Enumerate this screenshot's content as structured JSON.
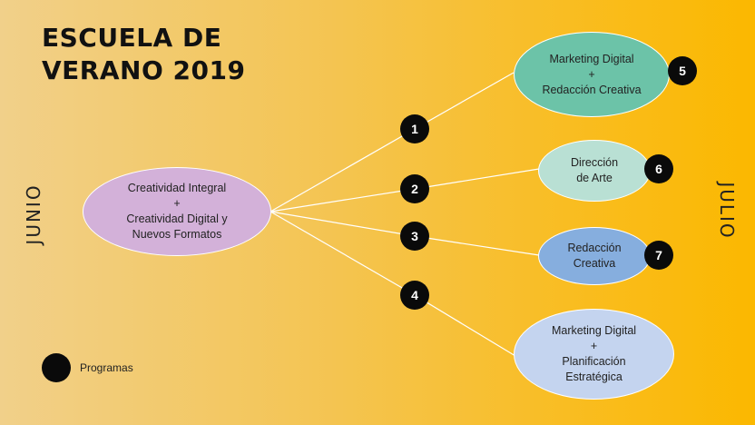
{
  "title": {
    "line1": "ESCUELA DE",
    "line2": "VERANO 2019"
  },
  "months": {
    "left": "JUNIO",
    "right": "JULIO"
  },
  "center_node": {
    "line1": "Creatividad Integral",
    "line2": "+",
    "line3": "Creatividad Digital y",
    "line4": "Nuevos Formatos",
    "color": "#d3b1d9"
  },
  "steps": [
    "1",
    "2",
    "3",
    "4"
  ],
  "programs": [
    {
      "number": "5",
      "lines": [
        "Marketing Digital",
        "+",
        "Redacción Creativa"
      ],
      "color": "#6cc3a8"
    },
    {
      "number": "6",
      "lines": [
        "Dirección",
        "de Arte"
      ],
      "color": "#b9e0d4"
    },
    {
      "number": "7",
      "lines": [
        "Redacción",
        "Creativa"
      ],
      "color": "#86aede"
    },
    {
      "number": "",
      "lines": [
        "Marketing Digital",
        "+",
        "Planificación",
        "Estratégica"
      ],
      "color": "#c4d4ef"
    }
  ],
  "legend": {
    "label": "Programas"
  }
}
